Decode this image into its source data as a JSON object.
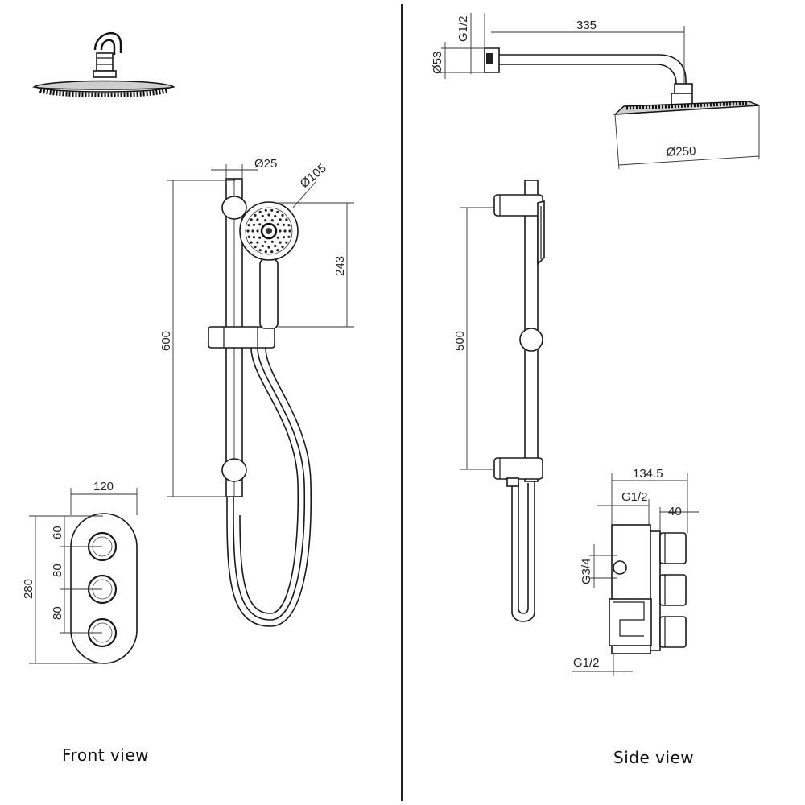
{
  "views": {
    "front": {
      "caption": "Front view"
    },
    "side": {
      "caption": "Side view"
    }
  },
  "dimensions": {
    "rail_diameter": "Ø25",
    "handset_diameter": "Ø105",
    "handset_height": "243",
    "rail_length": "600",
    "valve_width": "120",
    "valve_height": "280",
    "knob_offset_top": "60",
    "knob_spacing_1": "80",
    "knob_spacing_2": "80",
    "arm_connection": "G1/2",
    "arm_length": "335",
    "wall_flange": "Ø53",
    "head_diameter": "Ø250",
    "rail_bracket_spacing": "500",
    "valve_depth": "134.5",
    "valve_inlet_top": "G1/2",
    "knob_projection": "40",
    "valve_inlet": "G3/4",
    "valve_outlet": "G1/2"
  }
}
